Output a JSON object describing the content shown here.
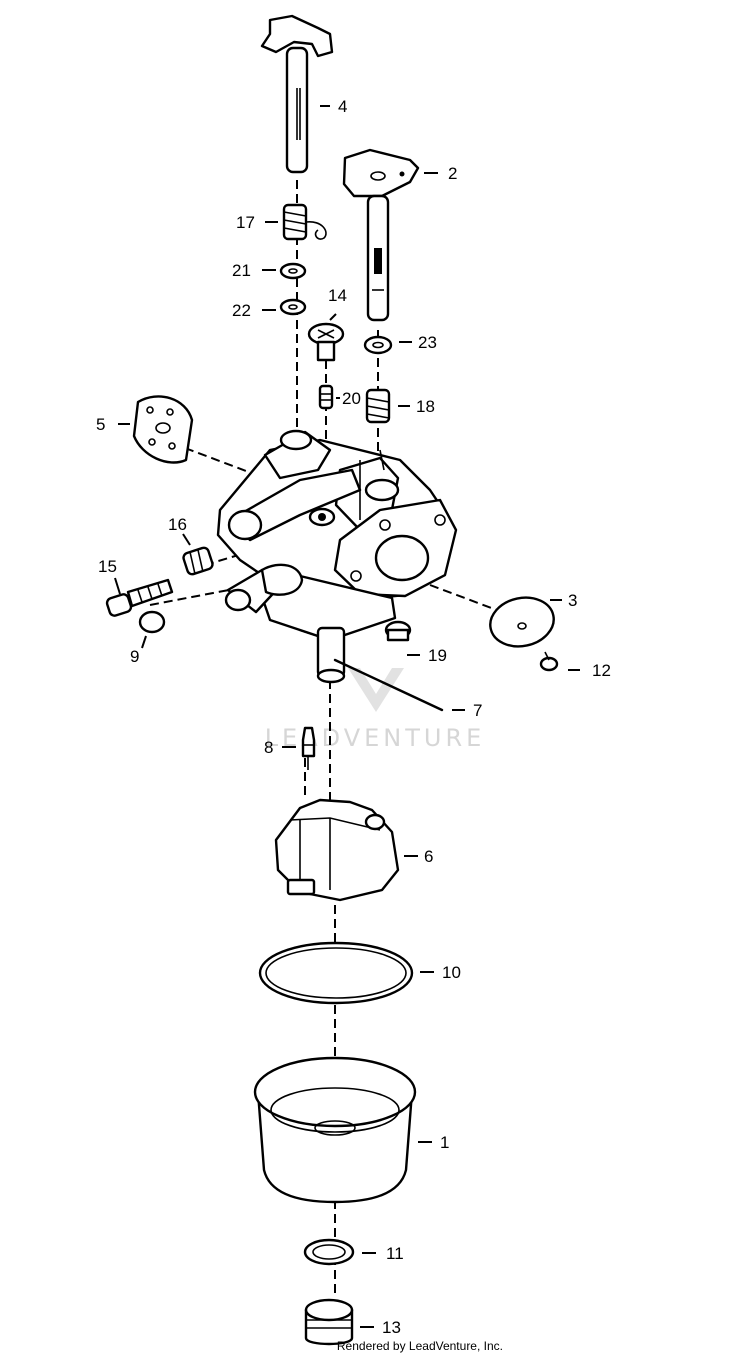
{
  "diagram": {
    "parts": [
      {
        "ref": "1"
      },
      {
        "ref": "2"
      },
      {
        "ref": "3"
      },
      {
        "ref": "4"
      },
      {
        "ref": "5"
      },
      {
        "ref": "6"
      },
      {
        "ref": "7"
      },
      {
        "ref": "8"
      },
      {
        "ref": "9"
      },
      {
        "ref": "10"
      },
      {
        "ref": "11"
      },
      {
        "ref": "12"
      },
      {
        "ref": "13"
      },
      {
        "ref": "14"
      },
      {
        "ref": "15"
      },
      {
        "ref": "16"
      },
      {
        "ref": "17"
      },
      {
        "ref": "18"
      },
      {
        "ref": "19"
      },
      {
        "ref": "20"
      },
      {
        "ref": "21"
      },
      {
        "ref": "22"
      },
      {
        "ref": "23"
      }
    ],
    "watermark": "LEADVENTURE",
    "credit": "Rendered by LeadVenture, Inc."
  }
}
